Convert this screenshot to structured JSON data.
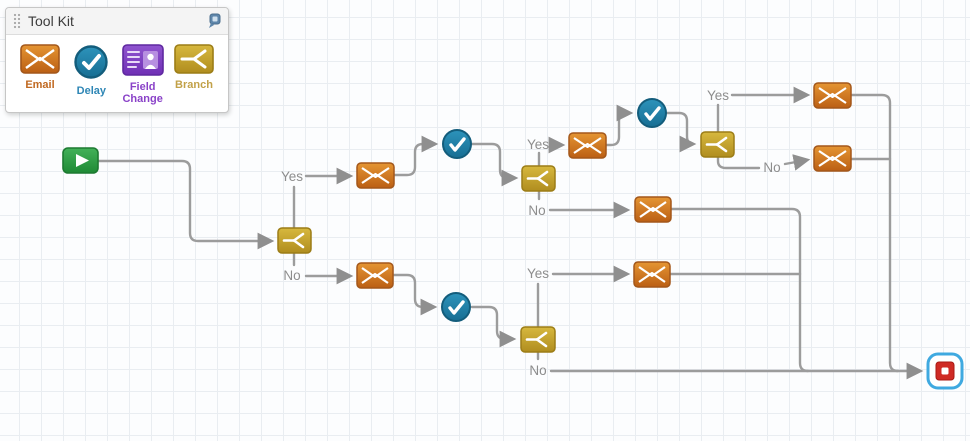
{
  "toolkit": {
    "title": "Tool Kit",
    "pin_icon": "pin-icon",
    "tools": [
      {
        "label": "Email",
        "icon": "email-envelope-icon",
        "color": "#c06820"
      },
      {
        "label": "Delay",
        "icon": "delay-clock-check-icon",
        "color": "#2e86b5"
      },
      {
        "label": "Field Change",
        "icon": "field-change-contact-icon",
        "color": "#8a42c8"
      },
      {
        "label": "Branch",
        "icon": "branch-split-icon",
        "color": "#c2a148"
      }
    ]
  },
  "flow": {
    "labels": {
      "b1_yes": "Yes",
      "b1_no": "No",
      "b2_yes": "Yes",
      "b2_no": "No",
      "b3_yes": "Yes",
      "b3_no": "No",
      "b4_yes": "Yes",
      "b4_no": "No"
    },
    "nodes": [
      {
        "id": "start",
        "type": "start"
      },
      {
        "id": "branch-1",
        "type": "branch"
      },
      {
        "id": "email-1",
        "type": "email",
        "path": "branch-1 Yes"
      },
      {
        "id": "delay-1",
        "type": "delay"
      },
      {
        "id": "branch-2",
        "type": "branch"
      },
      {
        "id": "email-2",
        "type": "email",
        "path": "branch-2 Yes"
      },
      {
        "id": "delay-2",
        "type": "delay"
      },
      {
        "id": "branch-3",
        "type": "branch"
      },
      {
        "id": "email-3",
        "type": "email",
        "path": "branch-3 Yes"
      },
      {
        "id": "email-4",
        "type": "email",
        "path": "branch-3 No"
      },
      {
        "id": "email-5",
        "type": "email",
        "path": "branch-2 No"
      },
      {
        "id": "email-6",
        "type": "email",
        "path": "branch-1 No"
      },
      {
        "id": "delay-3",
        "type": "delay"
      },
      {
        "id": "branch-4",
        "type": "branch"
      },
      {
        "id": "email-7",
        "type": "email",
        "path": "branch-4 Yes"
      },
      {
        "id": "end",
        "type": "end",
        "selected": true
      }
    ],
    "colors": {
      "connector": "#9c9c9c",
      "email": "#c06418",
      "delay": "#1d7fa8",
      "branch": "#b5922a",
      "field_change": "#7b3ec1",
      "start": "#2a9b3f",
      "end": "#cf2a24",
      "selection": "#3fa9e0"
    }
  }
}
